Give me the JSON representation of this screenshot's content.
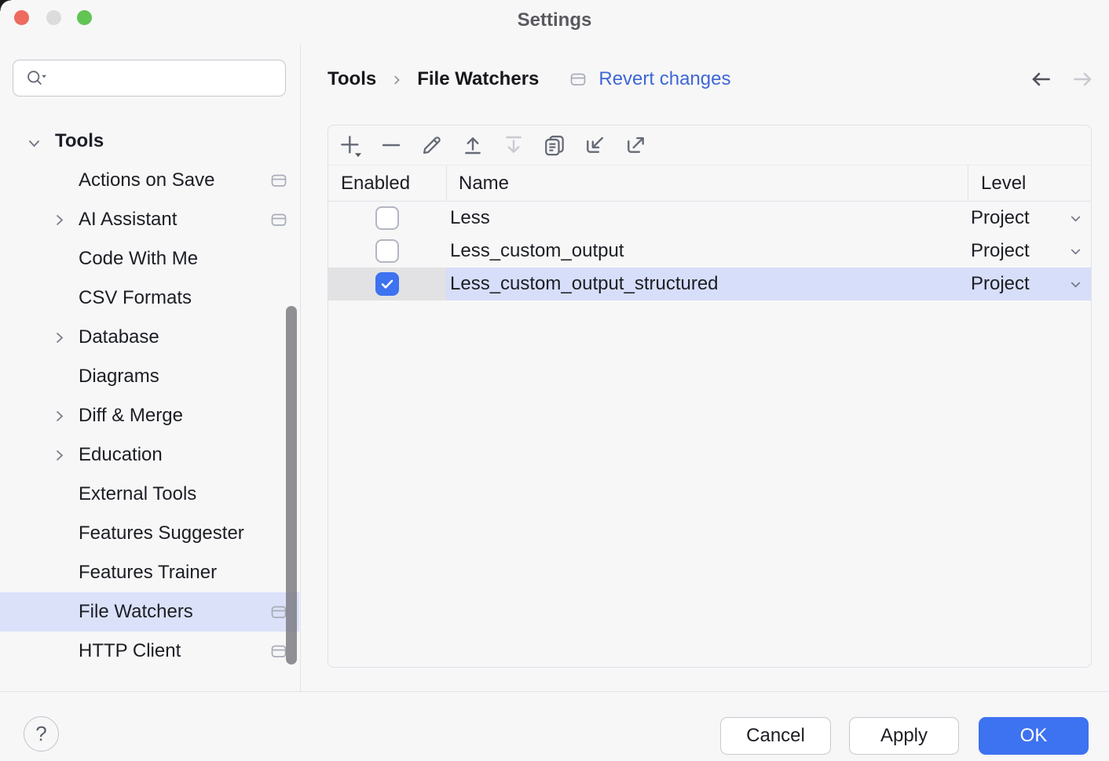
{
  "window": {
    "title": "Settings"
  },
  "colors": {
    "accent_blue": "#3d72f0",
    "selection_blue": "#d7def9",
    "sidebar_selection": "#dbe1f9",
    "link_blue": "#3e67d6",
    "traffic_red": "#ee6a5f",
    "traffic_gray": "#dcdcdc",
    "traffic_green": "#62c454"
  },
  "icons": {
    "search": "search-icon",
    "modified_marker": "modified-indicator-icon",
    "chevron_right": "chevron-right-icon",
    "chevron_down": "chevron-down-icon",
    "back": "arrow-left-icon",
    "forward": "arrow-right-icon",
    "help": "question-mark-icon"
  },
  "sidebar": {
    "search": {
      "value": "",
      "placeholder": ""
    },
    "tree": [
      {
        "label": "Tools",
        "type": "root",
        "expanded": true,
        "modified": false,
        "selected": false
      },
      {
        "label": "Actions on Save",
        "type": "leaf",
        "expandable": false,
        "modified": true,
        "selected": false
      },
      {
        "label": "AI Assistant",
        "type": "leaf",
        "expandable": true,
        "modified": true,
        "selected": false
      },
      {
        "label": "Code With Me",
        "type": "leaf",
        "expandable": false,
        "modified": false,
        "selected": false
      },
      {
        "label": "CSV Formats",
        "type": "leaf",
        "expandable": false,
        "modified": false,
        "selected": false
      },
      {
        "label": "Database",
        "type": "leaf",
        "expandable": true,
        "modified": false,
        "selected": false
      },
      {
        "label": "Diagrams",
        "type": "leaf",
        "expandable": false,
        "modified": false,
        "selected": false
      },
      {
        "label": "Diff & Merge",
        "type": "leaf",
        "expandable": true,
        "modified": false,
        "selected": false
      },
      {
        "label": "Education",
        "type": "leaf",
        "expandable": true,
        "modified": false,
        "selected": false
      },
      {
        "label": "External Tools",
        "type": "leaf",
        "expandable": false,
        "modified": false,
        "selected": false
      },
      {
        "label": "Features Suggester",
        "type": "leaf",
        "expandable": false,
        "modified": false,
        "selected": false
      },
      {
        "label": "Features Trainer",
        "type": "leaf",
        "expandable": false,
        "modified": false,
        "selected": false
      },
      {
        "label": "File Watchers",
        "type": "leaf",
        "expandable": false,
        "modified": true,
        "selected": true
      },
      {
        "label": "HTTP Client",
        "type": "leaf",
        "expandable": false,
        "modified": true,
        "selected": false
      }
    ]
  },
  "main": {
    "breadcrumb": {
      "path": [
        "Tools",
        "File Watchers"
      ],
      "separator": "›"
    },
    "revert_label": "Revert changes",
    "toolbar": {
      "buttons": [
        {
          "name": "add",
          "disabled": false
        },
        {
          "name": "remove",
          "disabled": false
        },
        {
          "name": "edit",
          "disabled": false
        },
        {
          "name": "move-up",
          "disabled": false
        },
        {
          "name": "move-down",
          "disabled": true
        },
        {
          "name": "duplicate",
          "disabled": false
        },
        {
          "name": "import",
          "disabled": false
        },
        {
          "name": "export",
          "disabled": false
        }
      ]
    },
    "table": {
      "columns": [
        "Enabled",
        "Name",
        "Level"
      ],
      "rows": [
        {
          "enabled": false,
          "name": "Less",
          "level": "Project",
          "selected": false
        },
        {
          "enabled": false,
          "name": "Less_custom_output",
          "level": "Project",
          "selected": false
        },
        {
          "enabled": true,
          "name": "Less_custom_output_structured",
          "level": "Project",
          "selected": true
        }
      ]
    }
  },
  "footer": {
    "help_label": "?",
    "cancel_label": "Cancel",
    "apply_label": "Apply",
    "ok_label": "OK"
  }
}
